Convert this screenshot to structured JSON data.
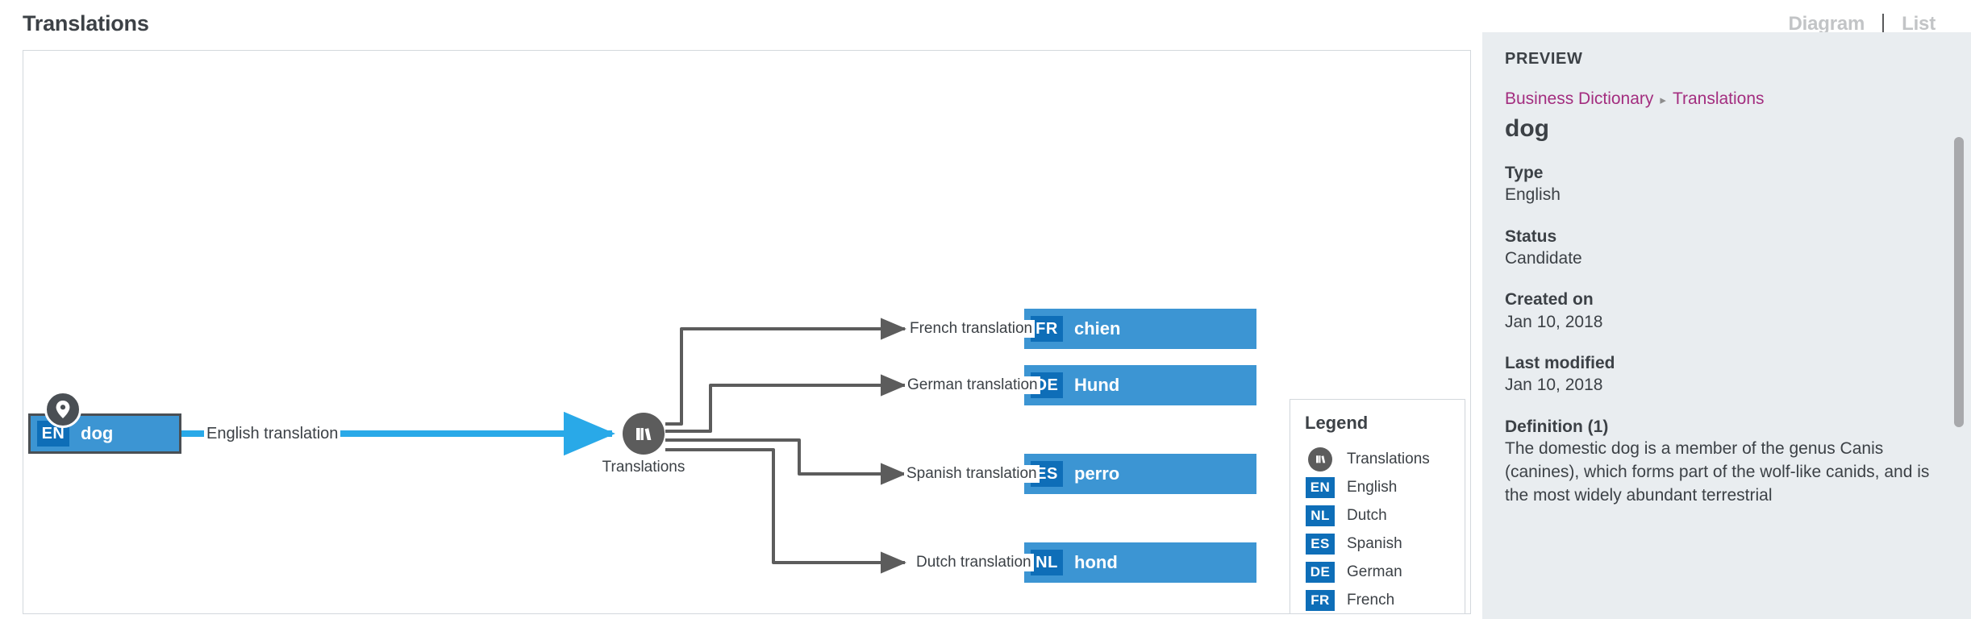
{
  "header": {
    "title": "Translations",
    "views": [
      {
        "label": "Diagram",
        "active": true
      },
      {
        "label": "List",
        "active": false
      }
    ]
  },
  "diagram": {
    "source_node": {
      "lang": "EN",
      "label": "dog",
      "selected": true,
      "marker_icon": "location-pin-icon"
    },
    "hub": {
      "icon": "books-icon",
      "caption": "Translations"
    },
    "primary_edge": {
      "label": "English translation",
      "color": "#29a9e8"
    },
    "edges": [
      {
        "label": "French translation"
      },
      {
        "label": "German translation"
      },
      {
        "label": "Spanish translation"
      },
      {
        "label": "Dutch translation"
      }
    ],
    "target_nodes": [
      {
        "lang": "FR",
        "label": "chien"
      },
      {
        "lang": "DE",
        "label": "Hund"
      },
      {
        "lang": "ES",
        "label": "perro"
      },
      {
        "lang": "NL",
        "label": "hond"
      }
    ],
    "legend": {
      "title": "Legend",
      "items": [
        {
          "type": "hub",
          "icon": "books-icon",
          "label": "Translations"
        },
        {
          "type": "chip",
          "code": "EN",
          "label": "English"
        },
        {
          "type": "chip",
          "code": "NL",
          "label": "Dutch"
        },
        {
          "type": "chip",
          "code": "ES",
          "label": "Spanish"
        },
        {
          "type": "chip",
          "code": "DE",
          "label": "German"
        },
        {
          "type": "chip",
          "code": "FR",
          "label": "French"
        }
      ]
    }
  },
  "preview": {
    "heading": "PREVIEW",
    "breadcrumb": {
      "root": "Business Dictionary",
      "separator": "▸",
      "leaf": "Translations"
    },
    "entity_name": "dog",
    "fields": [
      {
        "label": "Type",
        "value": "English"
      },
      {
        "label": "Status",
        "value": "Candidate"
      },
      {
        "label": "Created on",
        "value": "Jan 10, 2018"
      },
      {
        "label": "Last modified",
        "value": "Jan 10, 2018"
      }
    ],
    "definition": {
      "label": "Definition (1)",
      "text": "The domestic dog is a member of the genus Canis (canines), which forms part of the wolf-like canids, and is the most widely abundant terrestrial"
    }
  },
  "colors": {
    "node_fill": "#3c95d3",
    "chip_fill": "#0e6eb8",
    "hub_fill": "#5c5c5c",
    "accent_edge": "#29a9e8",
    "edge_gray": "#5c5c5c",
    "panel_bg": "#e9edf0",
    "link": "#a32d7f",
    "text": "#3c4146"
  }
}
